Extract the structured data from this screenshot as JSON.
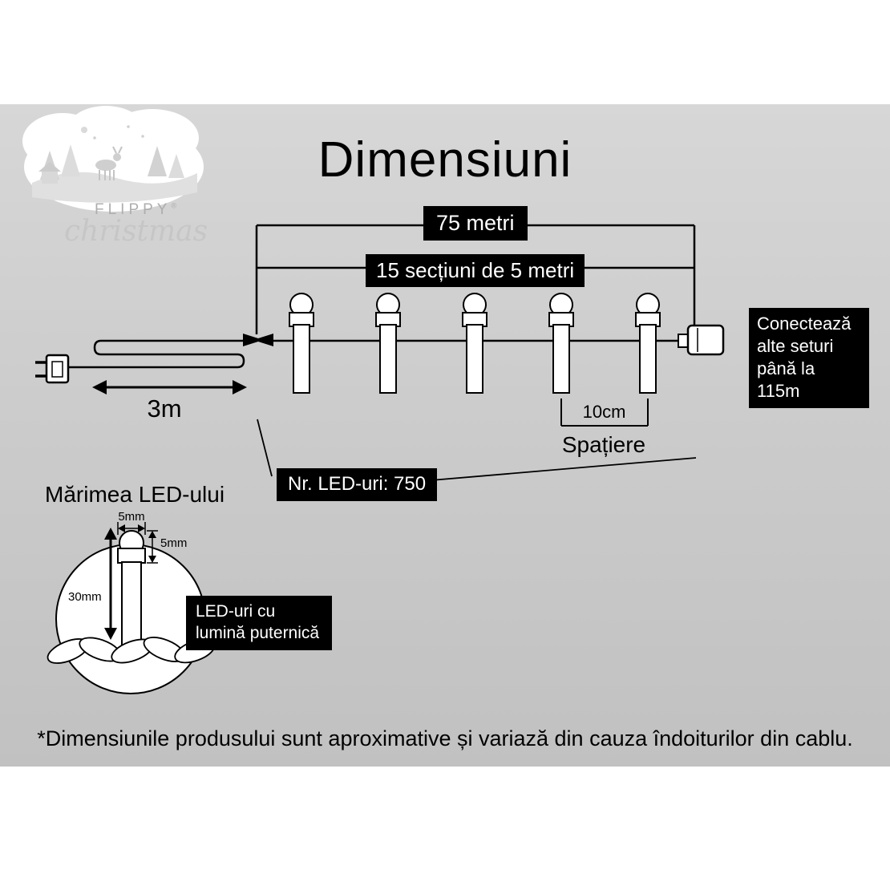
{
  "page": {
    "title": "Dimensiuni",
    "disclaimer": "*Dimensiunile produsului sunt aproximative și variază din cauza îndoiturilor din cablu."
  },
  "logo": {
    "brand": "FLIPPY",
    "brand_mark": "®",
    "script": "christmas"
  },
  "measurements": {
    "total_length": "75 metri",
    "sections": "15 secțiuni de 5 metri",
    "lead_length": "3m",
    "led_spacing": "10cm",
    "spacing_label": "Spațiere",
    "connect_note": "Conectează alte seturi până la 115m",
    "led_count": "Nr. LED-uri: 750"
  },
  "led_detail": {
    "title": "Mărimea LED-ului",
    "width": "5mm",
    "head_height": "5mm",
    "body_length": "30mm",
    "note": "LED-uri cu lumină puternică"
  },
  "colors": {
    "badge_bg": "#000000",
    "badge_text": "#ffffff",
    "line": "#000000",
    "background_top": "#d7d7d7",
    "background_bottom": "#c1c1c1",
    "logo_text": "#aeaeae"
  }
}
